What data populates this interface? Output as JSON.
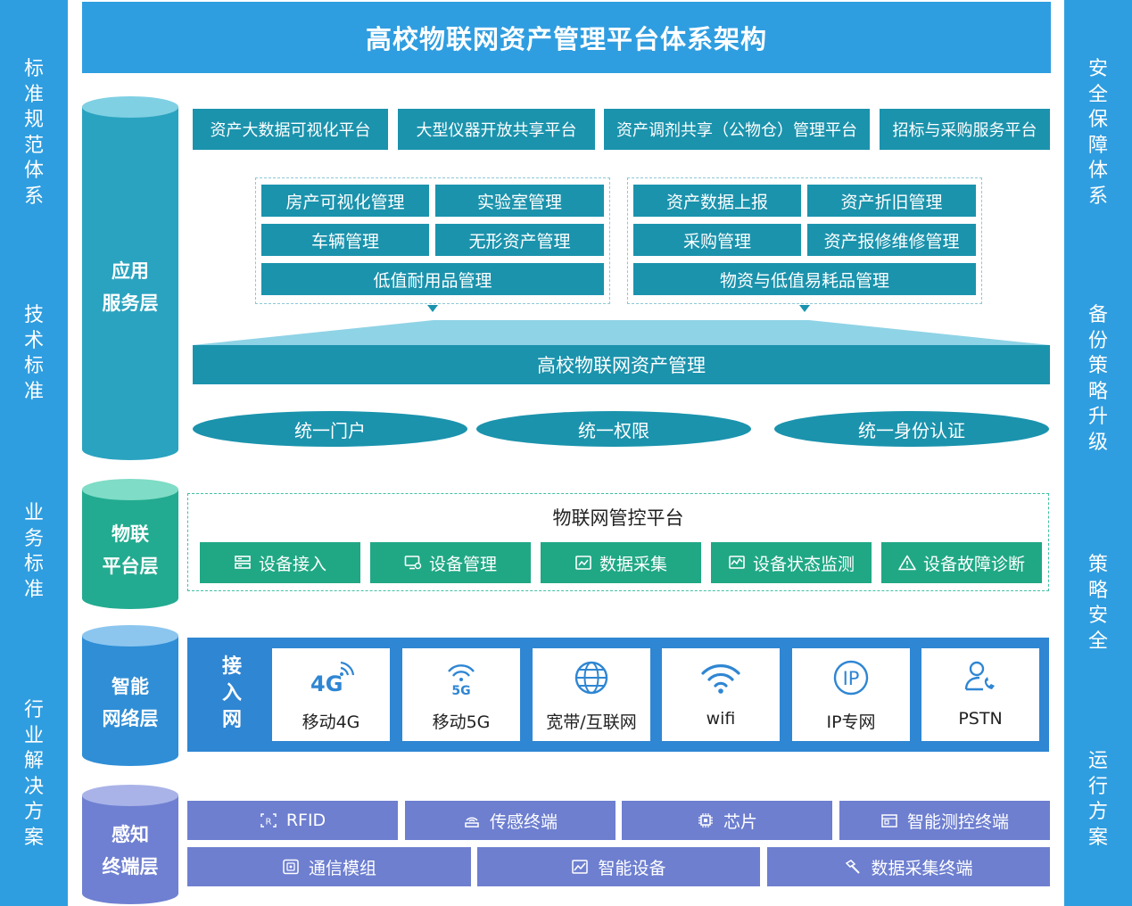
{
  "title": "高校物联网资产管理平台体系架构",
  "left_sidebar": [
    {
      "chars": [
        "标",
        "准",
        "规",
        "范",
        "体",
        "系"
      ]
    },
    {
      "chars": [
        "技",
        "术",
        "标",
        "准"
      ]
    },
    {
      "chars": [
        "业",
        "务",
        "标",
        "准"
      ]
    },
    {
      "chars": [
        "行",
        "业",
        "解",
        "决",
        "方",
        "案"
      ]
    }
  ],
  "right_sidebar": [
    {
      "chars": [
        "安",
        "全",
        "保",
        "障",
        "体",
        "系"
      ]
    },
    {
      "chars": [
        "备",
        "份",
        "策",
        "略",
        "升",
        "级"
      ]
    },
    {
      "chars": [
        "策",
        "略",
        "安",
        "全"
      ]
    },
    {
      "chars": [
        "运",
        "行",
        "方",
        "案"
      ]
    }
  ],
  "layers": {
    "app": {
      "line1": "应用",
      "line2": "服务层"
    },
    "iot": {
      "line1": "物联",
      "line2": "平台层"
    },
    "net": {
      "line1": "智能",
      "line2": "网络层"
    },
    "term": {
      "line1": "感知",
      "line2": "终端层"
    }
  },
  "top_platforms": [
    "资产大数据可视化平台",
    "大型仪器开放共享平台",
    "资产调剂共享（公物仓）管理平台",
    "招标与采购服务平台"
  ],
  "left_modules": [
    "房产可视化管理",
    "实验室管理",
    "车辆管理",
    "无形资产管理",
    "低值耐用品管理"
  ],
  "right_modules": [
    "资产数据上报",
    "资产折旧管理",
    "采购管理",
    "资产报修维修管理",
    "物资与低值易耗品管理"
  ],
  "core_title": "高校物联网资产管理",
  "unified": [
    "统一门户",
    "统一权限",
    "统一身份认证"
  ],
  "iot_platform": {
    "title": "物联网管控平台",
    "items": [
      {
        "label": "设备接入",
        "icon": "device-access-icon"
      },
      {
        "label": "设备管理",
        "icon": "device-manage-icon"
      },
      {
        "label": "数据采集",
        "icon": "data-collect-icon"
      },
      {
        "label": "设备状态监测",
        "icon": "status-monitor-icon"
      },
      {
        "label": "设备故障诊断",
        "icon": "warning-icon"
      }
    ]
  },
  "network": {
    "label_chars": [
      "接",
      "入",
      "网"
    ],
    "badge_4g": "4G",
    "badge_5g": "5G",
    "badge_ip": "IP",
    "items": [
      {
        "label": "移动4G",
        "icon": "4g-signal-icon"
      },
      {
        "label": "移动5G",
        "icon": "5g-signal-icon"
      },
      {
        "label": "宽带/互联网",
        "icon": "globe-icon"
      },
      {
        "label": "wifi",
        "icon": "wifi-icon"
      },
      {
        "label": "IP专网",
        "icon": "ip-icon"
      },
      {
        "label": "PSTN",
        "icon": "phone-user-icon"
      }
    ]
  },
  "terminals": {
    "row1": [
      {
        "label": "RFID",
        "icon": "rfid-icon"
      },
      {
        "label": "传感终端",
        "icon": "sensor-icon"
      },
      {
        "label": "芯片",
        "icon": "chip-icon"
      },
      {
        "label": "智能测控终端",
        "icon": "control-terminal-icon"
      }
    ],
    "row2": [
      {
        "label": "通信模组",
        "icon": "comm-module-icon"
      },
      {
        "label": "智能设备",
        "icon": "smart-device-icon"
      },
      {
        "label": "数据采集终端",
        "icon": "collector-icon"
      }
    ]
  },
  "colors": {
    "side_blue": "#2f9ee0",
    "app_teal": "#1b93ad",
    "iot_green": "#20a885",
    "net_blue": "#2f86d3",
    "term_purple": "#6e7fd0"
  }
}
